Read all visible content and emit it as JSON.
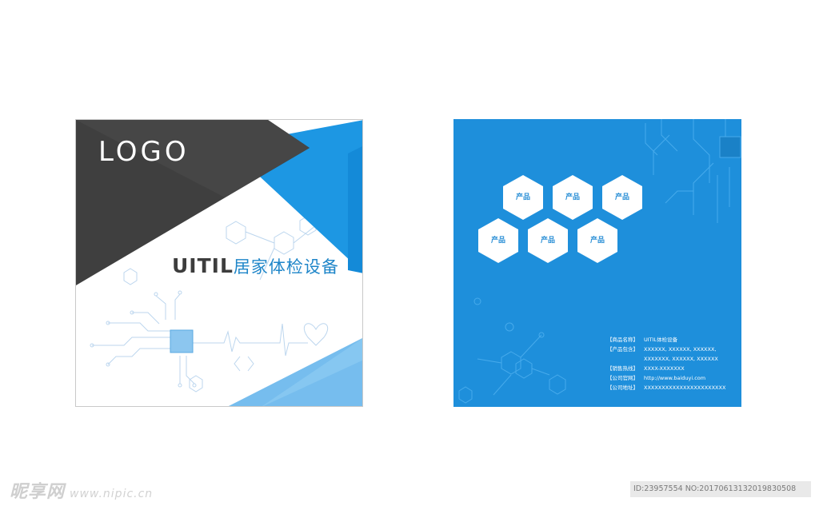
{
  "front": {
    "logo": "LOGO",
    "title_en": "UITIL",
    "title_cn": "居家体检设备"
  },
  "back": {
    "hexagons": [
      "产品",
      "产品",
      "产品",
      "产品",
      "产品",
      "产品"
    ],
    "info": [
      {
        "key": "【商品名称】",
        "value": "UITIL体检设备"
      },
      {
        "key": "【产品包含】",
        "value": "XXXXXX, XXXXXX, XXXXXX,"
      },
      {
        "key": "",
        "value": "XXXXXXX, XXXXXX, XXXXXX"
      },
      {
        "key": "【销售热线】",
        "value": "XXXX-XXXXXXX"
      },
      {
        "key": "【公司官网】",
        "value": "http://www.baiduyi.com"
      },
      {
        "key": "【公司地址】",
        "value": "XXXXXXXXXXXXXXXXXXXXXXX"
      }
    ]
  },
  "watermark": {
    "brand": "昵享网",
    "url": "www.nipic.cn",
    "id_text": "ID:23957554 NO:20170613132019830508"
  },
  "colors": {
    "dark": "#3f3f3f",
    "blue": "#1d97e3",
    "light_blue": "#76bdee",
    "back_bg": "#1e8fdb"
  }
}
